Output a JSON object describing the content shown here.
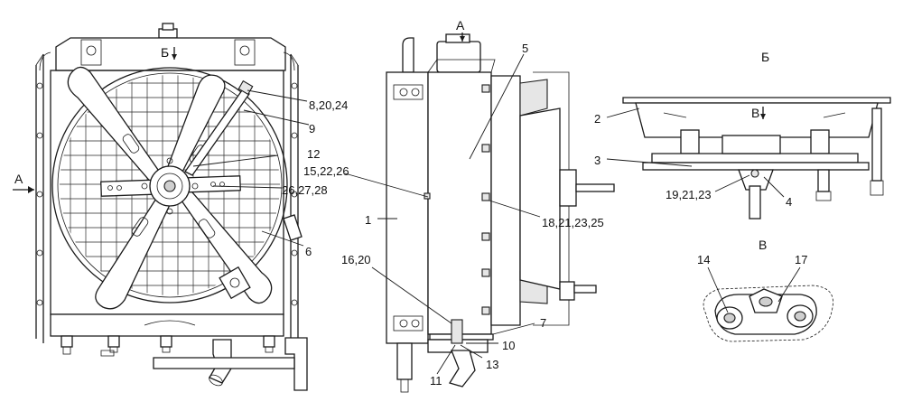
{
  "views": {
    "arrow_a_side": "А",
    "arrow_a_top": "А",
    "arrow_b_top": "Б",
    "view_b_title": "Б",
    "arrow_v_in_b": "В",
    "view_v_title": "В"
  },
  "callouts": {
    "c1": "1",
    "c2": "2",
    "c3": "3",
    "c4": "4",
    "c5": "5",
    "c6": "6",
    "c7": "7",
    "c8": "8,20,24",
    "c9": "9",
    "c10": "10",
    "c11": "11",
    "c12": "12",
    "c13": "13",
    "c14": "14",
    "c15": "15,22,26",
    "c16": "16,20",
    "c17": "17",
    "c18": "18,21,23,25",
    "c19": "19,21,23",
    "c26": "26,27,28"
  }
}
